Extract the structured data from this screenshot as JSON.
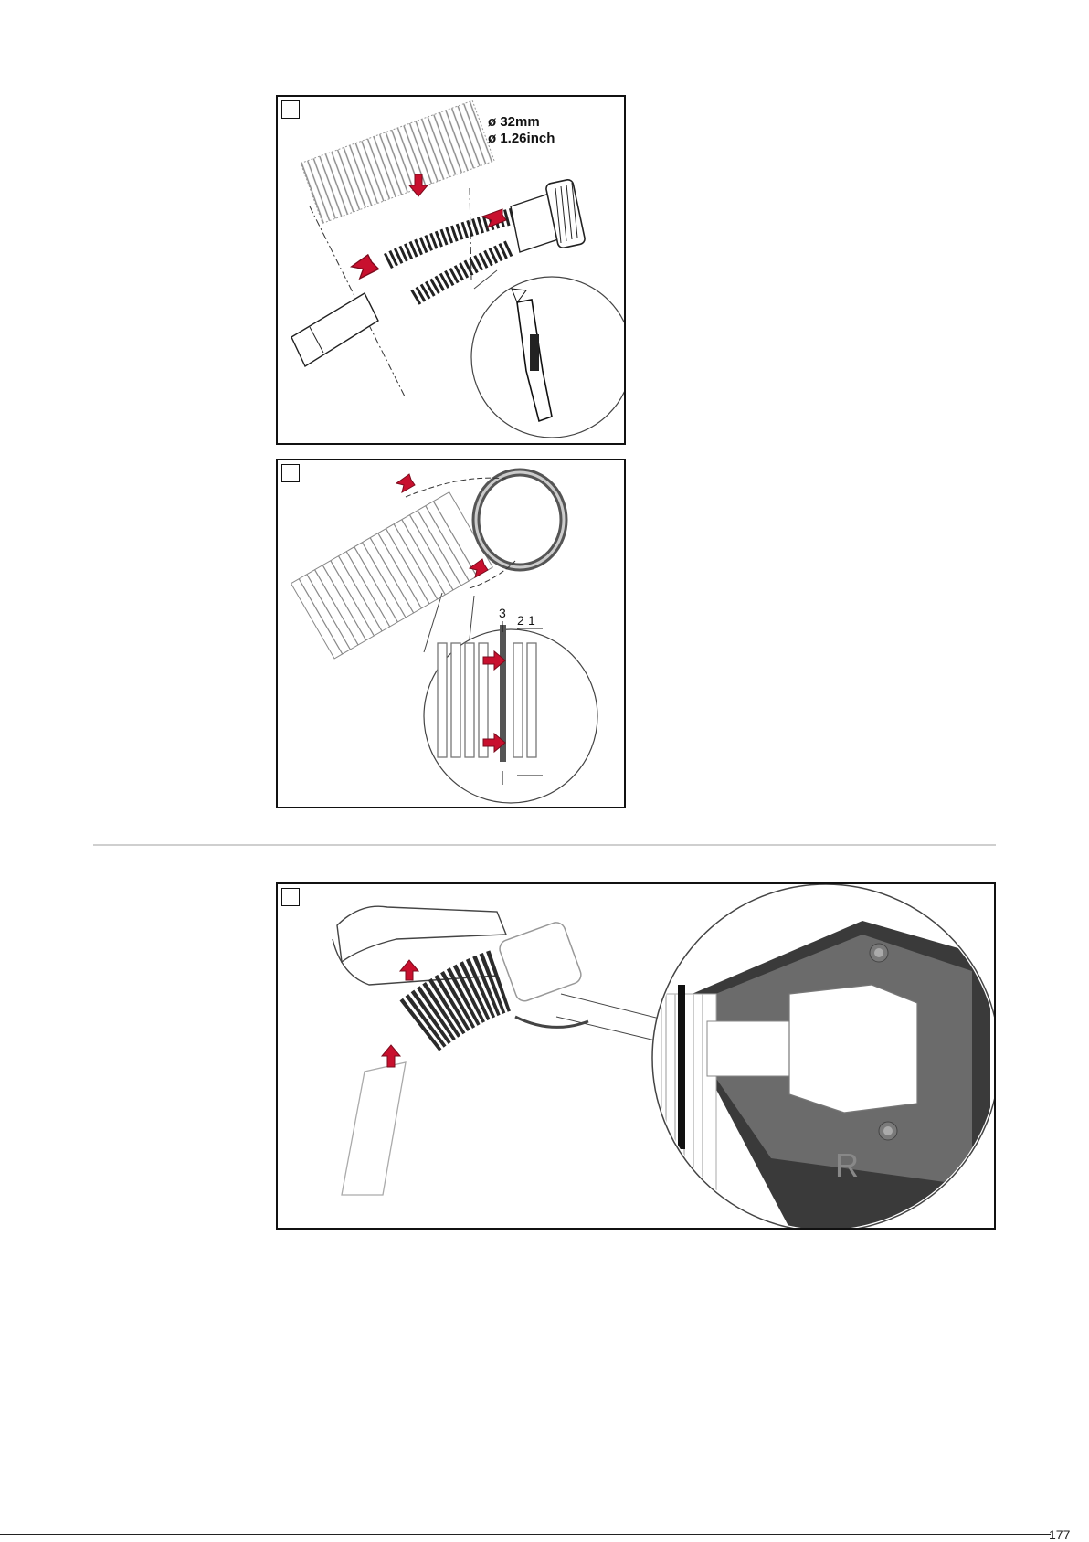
{
  "figures": [
    {
      "id": "figure-1",
      "step_label": "",
      "dimension_metric": "ø 32mm",
      "dimension_imperial": "ø 1.26inch",
      "arrow_markers": [
        "1",
        "1",
        "1",
        "1"
      ]
    },
    {
      "id": "figure-2",
      "step_label": "",
      "callout_labels": [
        "3",
        "2",
        "1"
      ],
      "arrow_markers": [
        "1",
        "1",
        "1",
        "1"
      ]
    },
    {
      "id": "figure-3",
      "step_label": "",
      "arrow_markers": [
        "2",
        "1"
      ],
      "embossed_letter": "R"
    }
  ],
  "footer": {
    "page_number": "177"
  },
  "colors": {
    "arrow_red": "#c8102e",
    "hose_dark": "#2b2b2b",
    "panel_border": "#111111",
    "divider": "#cfcfcf"
  }
}
